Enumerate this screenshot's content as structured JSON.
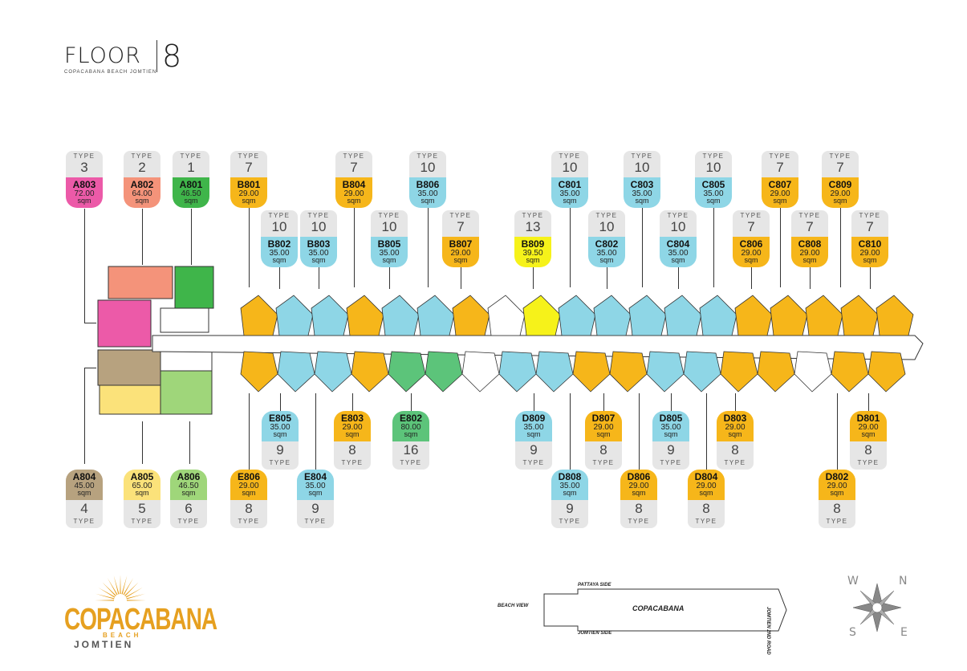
{
  "header": {
    "title_word": "FLOOR",
    "floor_number": "8",
    "subtitle": "COPACABANA BEACH JOMTIEN"
  },
  "type_label": "TYPE",
  "area_unit": "sqm",
  "colors": {
    "type1": "#3fb54a",
    "type2": "#f4937a",
    "type3": "#ec5aa8",
    "type4": "#b7a27f",
    "type5": "#fbe27a",
    "type6": "#9fd67a",
    "type7_8": "#f6b61a",
    "type9_10": "#8ed6e6",
    "type13": "#f6f21a",
    "type16": "#5cc47a",
    "corridor": "#ffffff",
    "outline": "#333333"
  },
  "units_top_row": [
    {
      "unit": "A803",
      "type": "3",
      "area": "72.00",
      "color": "#ec5aa8"
    },
    {
      "unit": "A802",
      "type": "2",
      "area": "64.00",
      "color": "#f4937a"
    },
    {
      "unit": "A801",
      "type": "1",
      "area": "46.50",
      "color": "#3fb54a"
    },
    {
      "unit": "B801",
      "type": "7",
      "area": "29.00",
      "color": "#f6b61a"
    },
    {
      "unit": "B804",
      "type": "7",
      "area": "29.00",
      "color": "#f6b61a"
    },
    {
      "unit": "B806",
      "type": "10",
      "area": "35.00",
      "color": "#8ed6e6"
    },
    {
      "unit": "C801",
      "type": "10",
      "area": "35.00",
      "color": "#8ed6e6"
    },
    {
      "unit": "C803",
      "type": "10",
      "area": "35.00",
      "color": "#8ed6e6"
    },
    {
      "unit": "C805",
      "type": "10",
      "area": "35.00",
      "color": "#8ed6e6"
    },
    {
      "unit": "C807",
      "type": "7",
      "area": "29.00",
      "color": "#f6b61a"
    },
    {
      "unit": "C809",
      "type": "7",
      "area": "29.00",
      "color": "#f6b61a"
    }
  ],
  "units_top_row2": [
    {
      "unit": "B802",
      "type": "10",
      "area": "35.00",
      "color": "#8ed6e6"
    },
    {
      "unit": "B803",
      "type": "10",
      "area": "35.00",
      "color": "#8ed6e6"
    },
    {
      "unit": "B805",
      "type": "10",
      "area": "35.00",
      "color": "#8ed6e6"
    },
    {
      "unit": "B807",
      "type": "7",
      "area": "29.00",
      "color": "#f6b61a"
    },
    {
      "unit": "B809",
      "type": "13",
      "area": "39.50",
      "color": "#f6f21a"
    },
    {
      "unit": "C802",
      "type": "10",
      "area": "35.00",
      "color": "#8ed6e6"
    },
    {
      "unit": "C804",
      "type": "10",
      "area": "35.00",
      "color": "#8ed6e6"
    },
    {
      "unit": "C806",
      "type": "7",
      "area": "29.00",
      "color": "#f6b61a"
    },
    {
      "unit": "C808",
      "type": "7",
      "area": "29.00",
      "color": "#f6b61a"
    },
    {
      "unit": "C810",
      "type": "7",
      "area": "29.00",
      "color": "#f6b61a"
    }
  ],
  "units_bottom_row1": [
    {
      "unit": "E805",
      "type": "9",
      "area": "35.00",
      "color": "#8ed6e6"
    },
    {
      "unit": "E803",
      "type": "8",
      "area": "29.00",
      "color": "#f6b61a"
    },
    {
      "unit": "E802",
      "type": "16",
      "area": "80.00",
      "color": "#5cc47a"
    },
    {
      "unit": "D809",
      "type": "9",
      "area": "35.00",
      "color": "#8ed6e6"
    },
    {
      "unit": "D807",
      "type": "8",
      "area": "29.00",
      "color": "#f6b61a"
    },
    {
      "unit": "D805",
      "type": "9",
      "area": "35.00",
      "color": "#8ed6e6"
    },
    {
      "unit": "D803",
      "type": "8",
      "area": "29.00",
      "color": "#f6b61a"
    },
    {
      "unit": "D801",
      "type": "8",
      "area": "29.00",
      "color": "#f6b61a"
    }
  ],
  "units_bottom_row2": [
    {
      "unit": "A804",
      "type": "4",
      "area": "45.00",
      "color": "#b7a27f"
    },
    {
      "unit": "A805",
      "type": "5",
      "area": "65.00",
      "color": "#fbe27a"
    },
    {
      "unit": "A806",
      "type": "6",
      "area": "46.50",
      "color": "#9fd67a"
    },
    {
      "unit": "E806",
      "type": "8",
      "area": "29.00",
      "color": "#f6b61a"
    },
    {
      "unit": "E804",
      "type": "9",
      "area": "35.00",
      "color": "#8ed6e6"
    },
    {
      "unit": "D808",
      "type": "9",
      "area": "35.00",
      "color": "#8ed6e6"
    },
    {
      "unit": "D806",
      "type": "8",
      "area": "29.00",
      "color": "#f6b61a"
    },
    {
      "unit": "D804",
      "type": "8",
      "area": "29.00",
      "color": "#f6b61a"
    },
    {
      "unit": "D802",
      "type": "8",
      "area": "29.00",
      "color": "#f6b61a"
    }
  ],
  "logo": {
    "copa": "COPACABANA",
    "beach": "BEACH",
    "jomtien": "JOMTIEN"
  },
  "key_plan": {
    "pattaya_side": "PATTAYA SIDE",
    "jomtien_side": "JOMTIEN SIDE",
    "beach_view": "BEACH VIEW",
    "building": "COPACABANA",
    "road": "JOMTIEN 2ND ROAD"
  },
  "compass": {
    "n": "N",
    "e": "E",
    "s": "S",
    "w": "W"
  }
}
